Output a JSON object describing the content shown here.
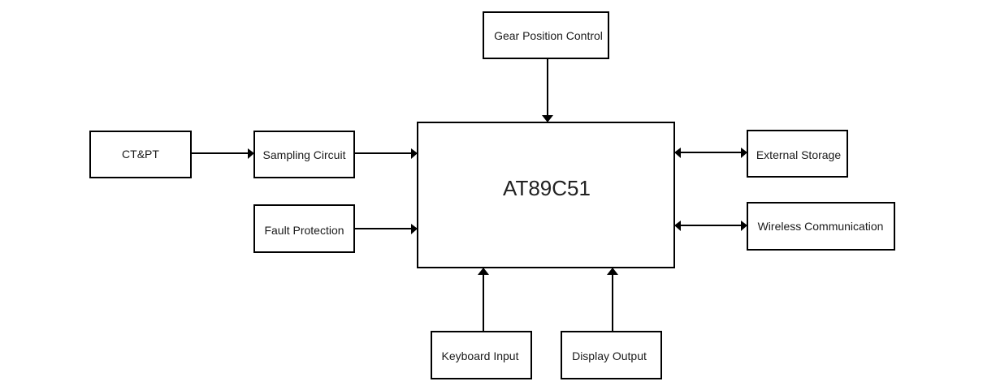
{
  "diagram": {
    "blocks": {
      "gear_position_control": "Gear Position Control",
      "ct_pt": "CT&PT",
      "sampling_circuit": "Sampling Circuit",
      "mcu": "AT89C51",
      "fault_protection": "Fault Protection",
      "external_storage": "External Storage",
      "wireless_communication": "Wireless Communication",
      "keyboard_input": "Keyboard Input",
      "display_output": "Display Output"
    },
    "connections": [
      {
        "from": "gear_position_control",
        "to": "mcu",
        "direction": "one-way"
      },
      {
        "from": "ct_pt",
        "to": "sampling_circuit",
        "direction": "one-way"
      },
      {
        "from": "sampling_circuit",
        "to": "mcu",
        "direction": "one-way"
      },
      {
        "from": "fault_protection",
        "to": "mcu",
        "direction": "one-way"
      },
      {
        "from": "mcu",
        "to": "external_storage",
        "direction": "two-way"
      },
      {
        "from": "mcu",
        "to": "wireless_communication",
        "direction": "two-way"
      },
      {
        "from": "keyboard_input",
        "to": "mcu",
        "direction": "one-way"
      },
      {
        "from": "display_output",
        "to": "mcu",
        "direction": "one-way"
      }
    ],
    "colors": {
      "stroke": "#000000",
      "text": "#1a1a1a",
      "background": "#ffffff"
    }
  }
}
